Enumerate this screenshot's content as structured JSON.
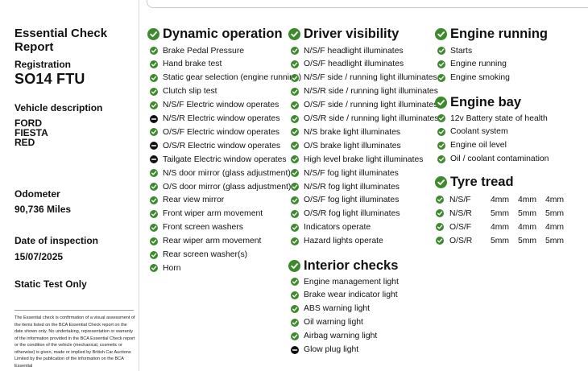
{
  "left": {
    "title": "Essential Check Report",
    "registration_label": "Registration",
    "registration": "SO14 FTU",
    "vehicle_label": "Vehicle description",
    "vehicle_lines": [
      "FORD",
      "FIESTA",
      "RED"
    ],
    "odometer_label": "Odometer",
    "odometer": "90,736 Miles",
    "inspection_label": "Date of inspection",
    "inspection_date": "15/07/2025",
    "test_type": "Static Test Only",
    "disclaimer": "The Essential check is confirmation of a visual assessment of the items listed on the BCA Essential Check report on the date shown only. No undertaking, representation or warranty of the information provided in the BCA Essential Check report or the condition of the vehicle (mechanical, cosmetic or otherwise) is given, made or implied by British Car Auctions Limited by the publication of the information on the BCA Essential"
  },
  "sections": {
    "dynamic": {
      "title": "Dynamic operation",
      "items": [
        {
          "label": "Brake Pedal Pressure",
          "status": "pass"
        },
        {
          "label": "Hand brake test",
          "status": "pass"
        },
        {
          "label": "Static gear selection (engine running)",
          "status": "pass"
        },
        {
          "label": "Clutch slip test",
          "status": "pass"
        },
        {
          "label": "N/S/F Electric window operates",
          "status": "pass"
        },
        {
          "label": "N/S/R Electric window operates",
          "status": "na"
        },
        {
          "label": "O/S/F Electric window operates",
          "status": "pass"
        },
        {
          "label": "O/S/R Electric window operates",
          "status": "na"
        },
        {
          "label": "Tailgate Electric window operates",
          "status": "na"
        },
        {
          "label": "N/S door mirror (glass adjustment)",
          "status": "pass"
        },
        {
          "label": "O/S door mirror (glass adjustment)",
          "status": "pass"
        },
        {
          "label": "Rear view mirror",
          "status": "pass"
        },
        {
          "label": "Front wiper arm movement",
          "status": "pass"
        },
        {
          "label": "Front screen washers",
          "status": "pass"
        },
        {
          "label": "Rear wiper arm movement",
          "status": "pass"
        },
        {
          "label": "Rear screen washer(s)",
          "status": "pass"
        },
        {
          "label": "Horn",
          "status": "pass"
        }
      ]
    },
    "visibility": {
      "title": "Driver visibility",
      "items": [
        {
          "label": "N/S/F headlight illuminates",
          "status": "pass"
        },
        {
          "label": "O/S/F headlight illuminates",
          "status": "pass"
        },
        {
          "label": "N/S/F side / running light illuminates",
          "status": "pass"
        },
        {
          "label": "N/S/R side / running light illuminates",
          "status": "pass"
        },
        {
          "label": "O/S/F side / running light illuminates",
          "status": "pass"
        },
        {
          "label": "O/S/R side / running light illuminates",
          "status": "pass"
        },
        {
          "label": "N/S brake light illuminates",
          "status": "pass"
        },
        {
          "label": "O/S brake light illuminates",
          "status": "pass"
        },
        {
          "label": "High level brake light illuminates",
          "status": "pass"
        },
        {
          "label": "N/S/F fog light illuminates",
          "status": "pass"
        },
        {
          "label": "N/S/R fog light illuminates",
          "status": "pass"
        },
        {
          "label": "O/S/F fog light illuminates",
          "status": "pass"
        },
        {
          "label": "O/S/R fog light illuminates",
          "status": "pass"
        },
        {
          "label": "Indicators operate",
          "status": "pass"
        },
        {
          "label": "Hazard lights operate",
          "status": "pass"
        }
      ]
    },
    "interior": {
      "title": "Interior checks",
      "items": [
        {
          "label": "Engine management light",
          "status": "pass"
        },
        {
          "label": "Brake wear indicator light",
          "status": "pass"
        },
        {
          "label": "ABS warning light",
          "status": "pass"
        },
        {
          "label": "Oil warning light",
          "status": "pass"
        },
        {
          "label": "Airbag warning light",
          "status": "pass"
        },
        {
          "label": "Glow plug light",
          "status": "na"
        }
      ]
    },
    "engine_running": {
      "title": "Engine running",
      "items": [
        {
          "label": "Starts",
          "status": "pass"
        },
        {
          "label": "Engine running",
          "status": "pass"
        },
        {
          "label": "Engine smoking",
          "status": "pass"
        }
      ]
    },
    "engine_bay": {
      "title": "Engine bay",
      "items": [
        {
          "label": "12v Battery state of health",
          "status": "pass"
        },
        {
          "label": "Coolant system",
          "status": "pass"
        },
        {
          "label": "Engine oil level",
          "status": "pass"
        },
        {
          "label": "Oil / coolant contamination",
          "status": "pass"
        }
      ]
    },
    "tyre": {
      "title": "Tyre tread",
      "rows": [
        {
          "position": "N/S/F",
          "values": [
            "4mm",
            "4mm",
            "4mm"
          ]
        },
        {
          "position": "N/S/R",
          "values": [
            "5mm",
            "5mm",
            "5mm"
          ]
        },
        {
          "position": "O/S/F",
          "values": [
            "4mm",
            "4mm",
            "4mm"
          ]
        },
        {
          "position": "O/S/R",
          "values": [
            "5mm",
            "5mm",
            "5mm"
          ]
        }
      ]
    }
  },
  "colors": {
    "pass": "#3d8a2c",
    "na": "#111111"
  }
}
